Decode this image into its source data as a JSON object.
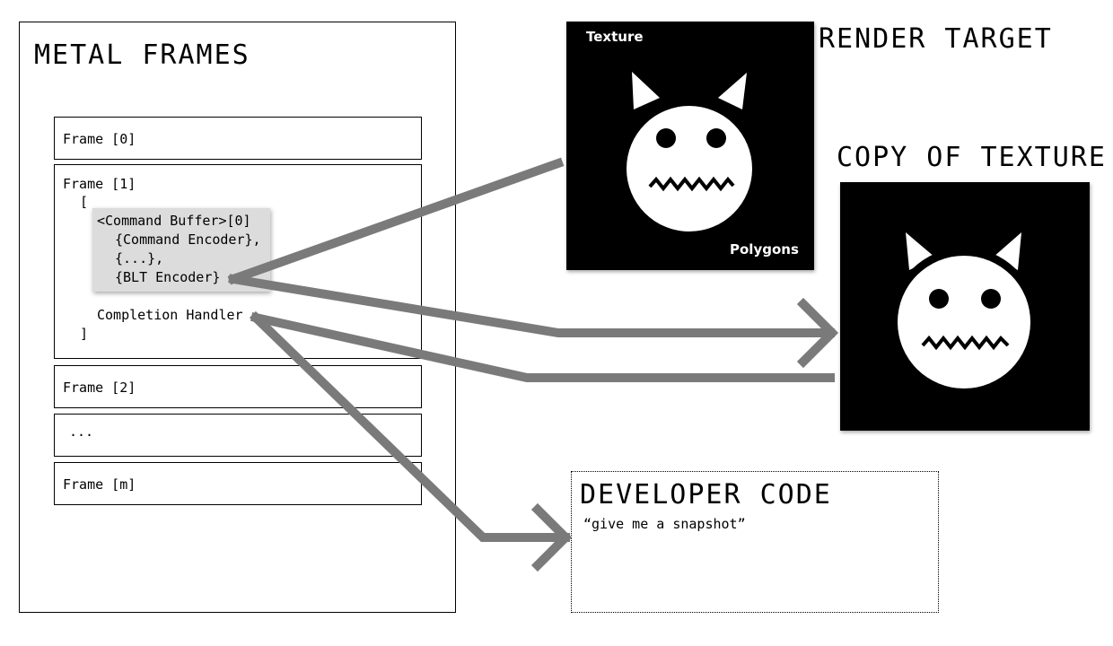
{
  "metal": {
    "title": "METAL FRAMES",
    "frames": [
      "Frame [0]",
      "Frame [1]",
      "Frame [2]",
      "...",
      "Frame [m]"
    ],
    "frame1": {
      "open_bracket": "[",
      "command_buffer": "<Command Buffer>[0]",
      "command_encoder": "{Command Encoder},",
      "ellipsis": "{...},",
      "blt_encoder": "{BLT Encoder}",
      "completion_handler": "Completion Handler",
      "close_bracket": "]"
    }
  },
  "render_target": {
    "title": "RENDER TARGET",
    "texture_label": "Texture",
    "polygons_label": "Polygons"
  },
  "copy_texture": {
    "title": "COPY OF TEXTURE"
  },
  "developer_code": {
    "title": "DEVELOPER CODE",
    "quote": "“give me a snapshot”"
  },
  "colors": {
    "arrow": "#7a7a7a",
    "highlight": "#dcdcdc",
    "texture_bg": "#000000",
    "face": "#ffffff"
  },
  "icons": [
    "monster-face-icon",
    "arrow-right-icon"
  ]
}
